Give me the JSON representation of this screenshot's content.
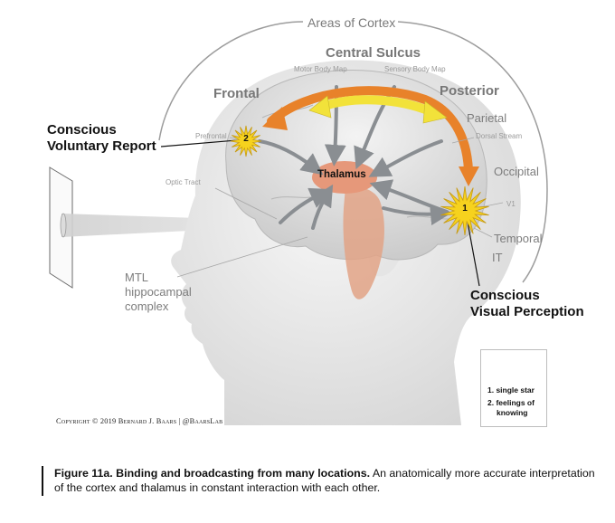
{
  "labels": {
    "areas_of_cortex": "Areas of Cortex",
    "central_sulcus": "Central Sulcus",
    "motor_body_map": "Motor Body Map",
    "sensory_body_map": "Sensory Body Map",
    "frontal": "Frontal",
    "posterior": "Posterior",
    "parietal": "Parietal",
    "prefrontal": "Prefrontal",
    "dorsal_stream": "Dorsal Stream",
    "occipital": "Occipital",
    "thalamus": "Thalamus",
    "optic_tract": "Optic Tract",
    "v1": "V1",
    "temporal": "Temporal",
    "it": "IT",
    "mtl_line1": "MTL",
    "mtl_line2": "hippocampal",
    "mtl_line3": "complex",
    "conscious_report_line1": "Conscious",
    "conscious_report_line2": "Voluntary Report",
    "conscious_perception_line1": "Conscious",
    "conscious_perception_line2": "Visual Perception",
    "star_1": "1",
    "star_2": "2"
  },
  "legend": {
    "item1": "1. single star",
    "item2_line1": "2. feelings of",
    "item2_line2": "knowing"
  },
  "copyright": "Copyright © 2019 Bernard J. Baars | @BaarsLab",
  "caption": {
    "bold": "Figure 11a. Binding and broadcasting from many locations.",
    "text": " An anatomically more accurate interpretation of the cortex and thalamus in constant interaction with each other."
  },
  "colors": {
    "orange_arrow": "#e8822a",
    "yellow_arrow": "#f2e23a",
    "thalamus": "#e9a27c",
    "star": "#f6d21e"
  }
}
